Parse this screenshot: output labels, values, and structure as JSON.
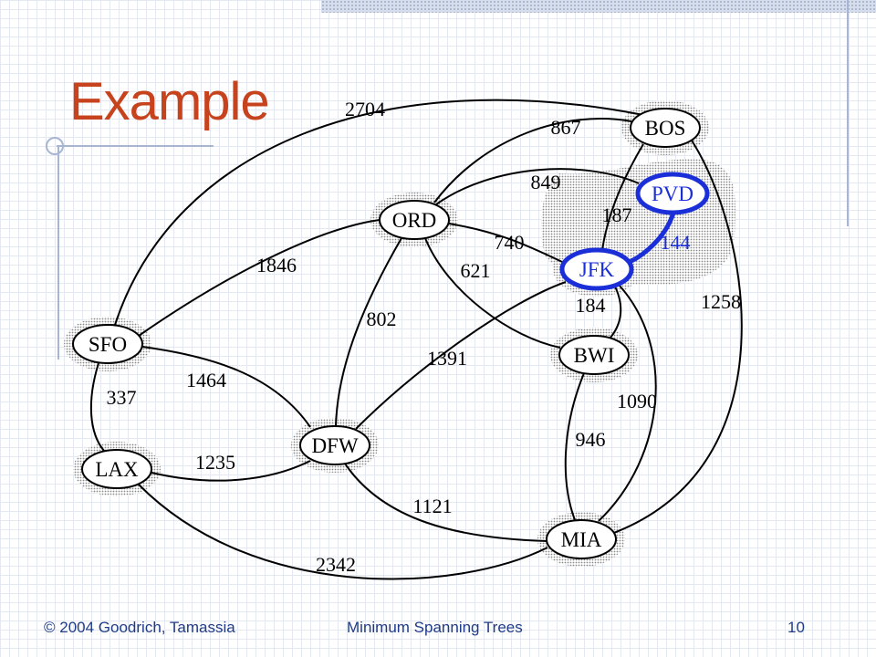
{
  "slide": {
    "title": "Example",
    "footer_left": "© 2004 Goodrich, Tamassia",
    "footer_center": "Minimum Spanning Trees",
    "page_number": "10"
  },
  "graph": {
    "nodes": [
      {
        "id": "SFO",
        "label": "SFO",
        "highlighted": false
      },
      {
        "id": "LAX",
        "label": "LAX",
        "highlighted": false
      },
      {
        "id": "ORD",
        "label": "ORD",
        "highlighted": false
      },
      {
        "id": "DFW",
        "label": "DFW",
        "highlighted": false
      },
      {
        "id": "BOS",
        "label": "BOS",
        "highlighted": false
      },
      {
        "id": "PVD",
        "label": "PVD",
        "highlighted": true
      },
      {
        "id": "JFK",
        "label": "JFK",
        "highlighted": true
      },
      {
        "id": "BWI",
        "label": "BWI",
        "highlighted": false
      },
      {
        "id": "MIA",
        "label": "MIA",
        "highlighted": false
      }
    ],
    "edges": [
      {
        "from": "SFO",
        "to": "BOS",
        "weight": "2704",
        "highlighted": false
      },
      {
        "from": "SFO",
        "to": "ORD",
        "weight": "1846",
        "highlighted": false
      },
      {
        "from": "SFO",
        "to": "LAX",
        "weight": "337",
        "highlighted": false
      },
      {
        "from": "SFO",
        "to": "DFW",
        "weight": "1464",
        "highlighted": false
      },
      {
        "from": "LAX",
        "to": "DFW",
        "weight": "1235",
        "highlighted": false
      },
      {
        "from": "LAX",
        "to": "MIA",
        "weight": "2342",
        "highlighted": false
      },
      {
        "from": "ORD",
        "to": "BOS",
        "weight": "867",
        "highlighted": false
      },
      {
        "from": "ORD",
        "to": "PVD",
        "weight": "849",
        "highlighted": false
      },
      {
        "from": "ORD",
        "to": "JFK",
        "weight": "740",
        "highlighted": false
      },
      {
        "from": "ORD",
        "to": "BWI",
        "weight": "621",
        "highlighted": false
      },
      {
        "from": "ORD",
        "to": "DFW",
        "weight": "802",
        "highlighted": false
      },
      {
        "from": "DFW",
        "to": "JFK",
        "weight": "1391",
        "highlighted": false
      },
      {
        "from": "DFW",
        "to": "MIA",
        "weight": "1121",
        "highlighted": false
      },
      {
        "from": "BOS",
        "to": "JFK",
        "weight": "187",
        "highlighted": false
      },
      {
        "from": "BOS",
        "to": "MIA",
        "weight": "1258",
        "highlighted": false
      },
      {
        "from": "PVD",
        "to": "JFK",
        "weight": "144",
        "highlighted": true
      },
      {
        "from": "JFK",
        "to": "BWI",
        "weight": "184",
        "highlighted": false
      },
      {
        "from": "JFK",
        "to": "MIA",
        "weight": "1090",
        "highlighted": false
      },
      {
        "from": "BWI",
        "to": "MIA",
        "weight": "946",
        "highlighted": false
      }
    ]
  },
  "colors": {
    "title": "#c7431e",
    "footer": "#1f3b87",
    "highlight": "#1b2fd8",
    "edge": "#000000",
    "cloud": "#9a9a9a"
  }
}
